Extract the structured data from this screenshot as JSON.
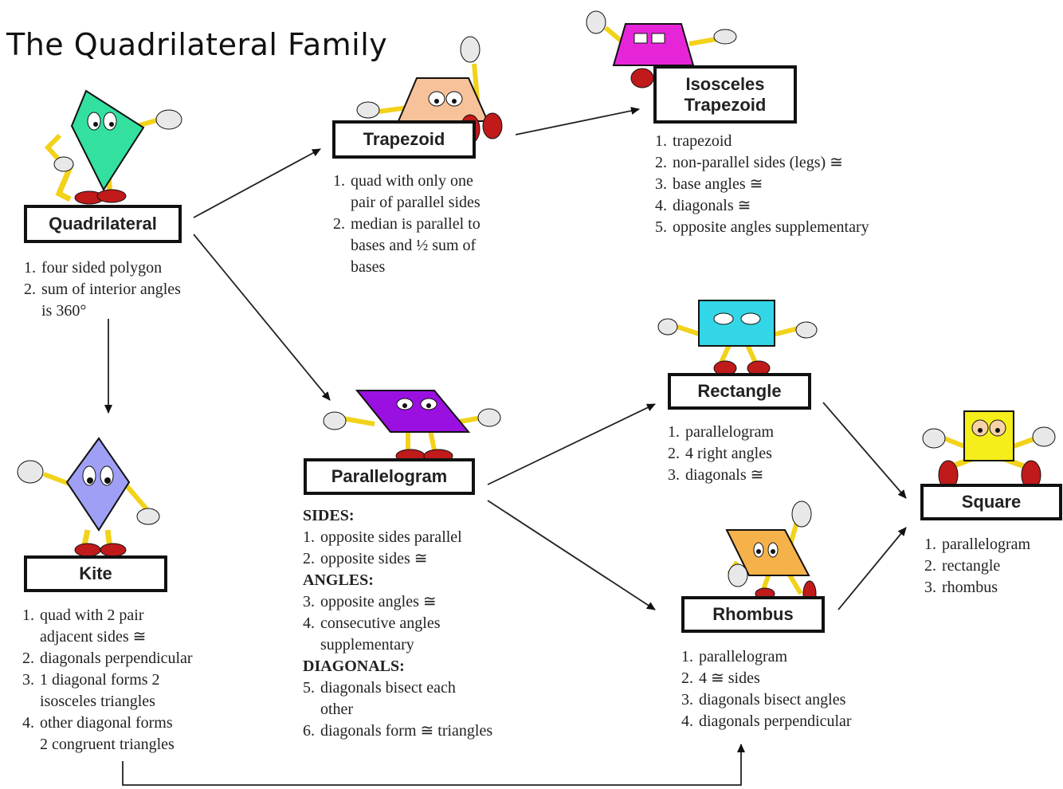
{
  "title": "The Quadrilateral Family",
  "nodes": {
    "quadrilateral": {
      "label": "Quadrilateral",
      "props": [
        {
          "num": "1.",
          "lines": [
            "four sided polygon"
          ]
        },
        {
          "num": "2.",
          "lines": [
            "sum of interior  angles",
            "is 360°"
          ]
        }
      ]
    },
    "trapezoid": {
      "label": "Trapezoid",
      "props": [
        {
          "num": "1.",
          "lines": [
            "quad with only one",
            "pair of parallel sides"
          ]
        },
        {
          "num": "2.",
          "lines": [
            "median is parallel to",
            "bases and ½ sum of",
            "bases"
          ]
        }
      ]
    },
    "isosceles_trapezoid": {
      "label_line1": "Isosceles",
      "label_line2": "Trapezoid",
      "props": [
        {
          "num": "1.",
          "lines": [
            "trapezoid"
          ]
        },
        {
          "num": "2.",
          "lines": [
            "non-parallel sides (legs) ≅"
          ]
        },
        {
          "num": "3.",
          "lines": [
            "base angles ≅"
          ]
        },
        {
          "num": "4.",
          "lines": [
            "diagonals ≅"
          ]
        },
        {
          "num": "5.",
          "lines": [
            "opposite angles supplementary"
          ]
        }
      ]
    },
    "kite": {
      "label": "Kite",
      "props": [
        {
          "num": "1.",
          "lines": [
            "quad with 2 pair",
            "adjacent sides ≅"
          ]
        },
        {
          "num": "2.",
          "lines": [
            "diagonals perpendicular"
          ]
        },
        {
          "num": "3.",
          "lines": [
            "1 diagonal forms 2",
            "isosceles triangles"
          ]
        },
        {
          "num": "4.",
          "lines": [
            "other diagonal forms",
            "2 congruent triangles"
          ]
        }
      ]
    },
    "parallelogram": {
      "label": "Parallelogram",
      "sides_heading": "SIDES:",
      "sides": [
        {
          "num": "1.",
          "lines": [
            "opposite sides parallel"
          ]
        },
        {
          "num": "2.",
          "lines": [
            "opposite sides ≅"
          ]
        }
      ],
      "angles_heading": "ANGLES:",
      "angles": [
        {
          "num": "3.",
          "lines": [
            "opposite angles ≅"
          ]
        },
        {
          "num": "4.",
          "lines": [
            "consecutive angles",
            "supplementary"
          ]
        }
      ],
      "diagonals_heading": "DIAGONALS:",
      "diagonals": [
        {
          "num": "5.",
          "lines": [
            "diagonals bisect each",
            "other"
          ]
        },
        {
          "num": "6.",
          "lines": [
            "diagonals form ≅ triangles"
          ]
        }
      ]
    },
    "rectangle": {
      "label": "Rectangle",
      "props": [
        {
          "num": "1.",
          "lines": [
            "parallelogram"
          ]
        },
        {
          "num": "2.",
          "lines": [
            "4 right angles"
          ]
        },
        {
          "num": "3.",
          "lines": [
            "diagonals  ≅"
          ]
        }
      ]
    },
    "rhombus": {
      "label": "Rhombus",
      "props": [
        {
          "num": "1.",
          "lines": [
            "parallelogram"
          ]
        },
        {
          "num": "2.",
          "lines": [
            "4 ≅ sides"
          ]
        },
        {
          "num": "3.",
          "lines": [
            "diagonals bisect angles"
          ]
        },
        {
          "num": "4.",
          "lines": [
            "diagonals perpendicular"
          ]
        }
      ]
    },
    "square": {
      "label": "Square",
      "props": [
        {
          "num": "1.",
          "lines": [
            "parallelogram"
          ]
        },
        {
          "num": "2.",
          "lines": [
            "rectangle"
          ]
        },
        {
          "num": "3.",
          "lines": [
            "rhombus"
          ]
        }
      ]
    }
  },
  "colors": {
    "quadrilateral": "#33e0a0",
    "trapezoid": "#f7c29a",
    "isosceles_trapezoid": "#e625d8",
    "kite": "#9f9ff5",
    "parallelogram": "#9a10e0",
    "rectangle": "#33d6e6",
    "rhombus": "#f6b24a",
    "square": "#f5ee1a",
    "limb": "#f2d21a",
    "shoe": "#c01a1a",
    "glove": "#e8e8e8"
  }
}
